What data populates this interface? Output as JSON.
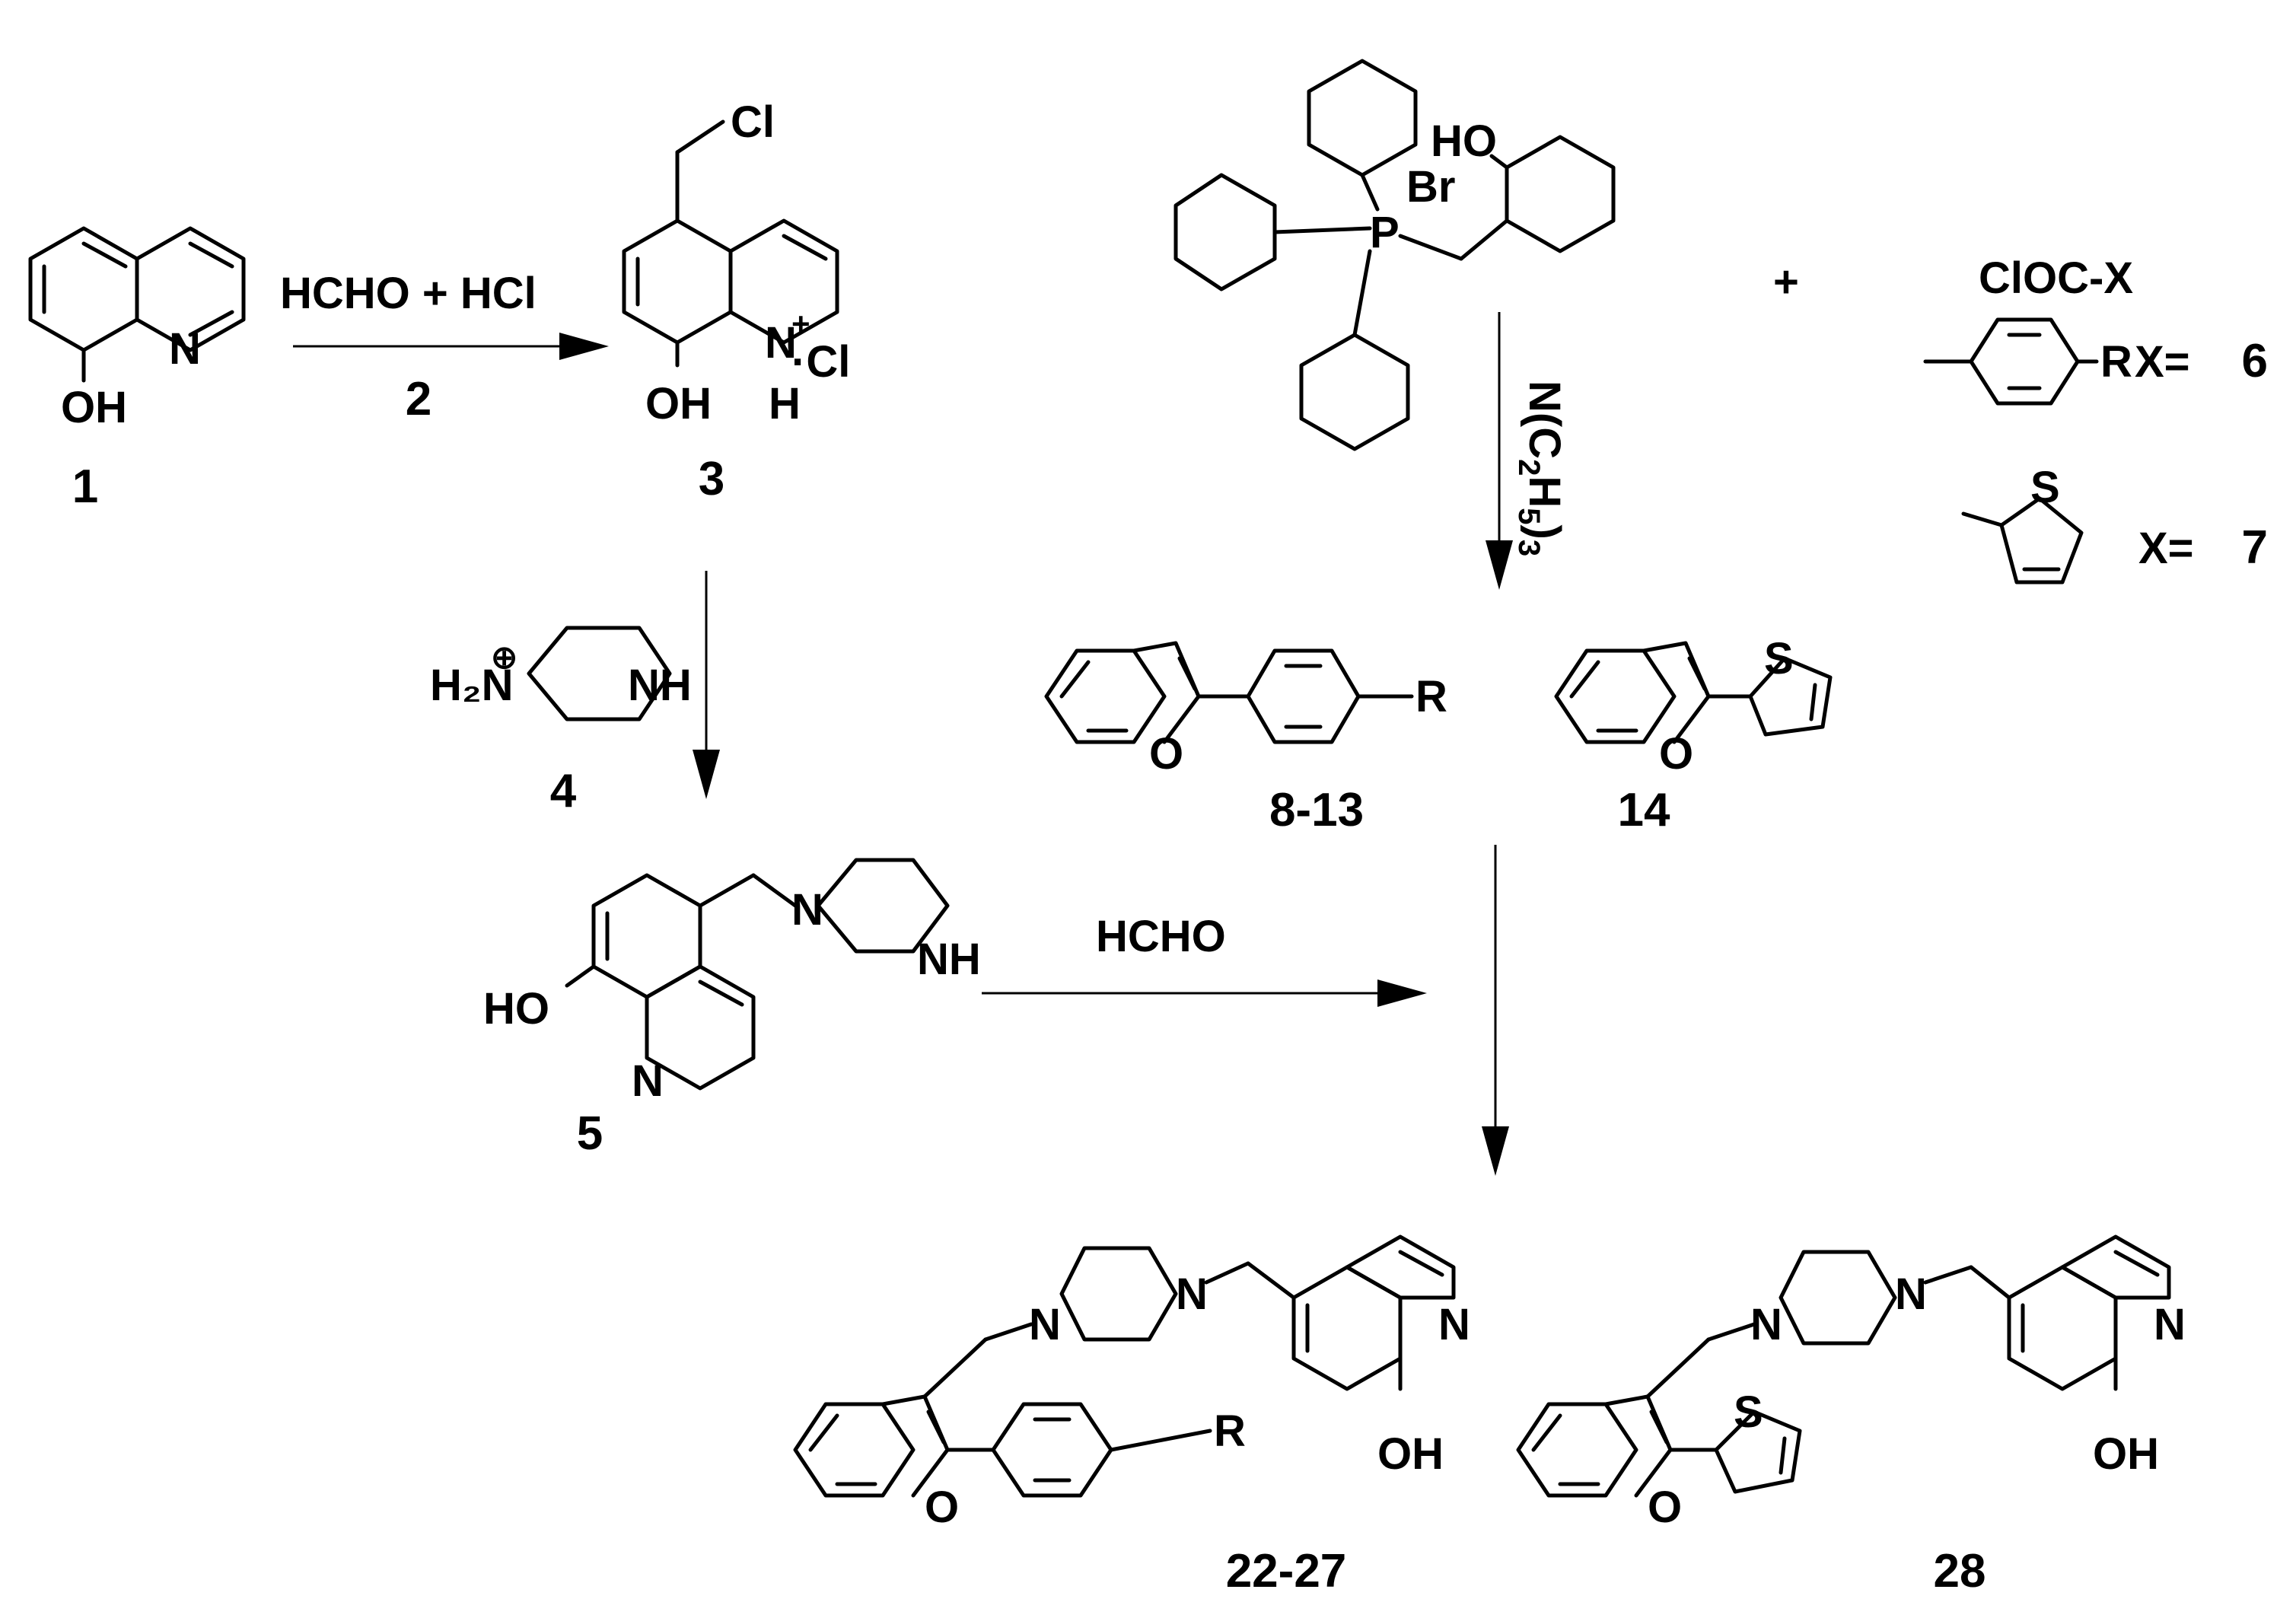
{
  "compounds": {
    "c1": "1",
    "c3": "3",
    "c4": "4",
    "c5": "5",
    "c8_13": "8-13",
    "c14": "14",
    "c22_27": "22-27",
    "c28": "28",
    "x6": "6",
    "x7": "7"
  },
  "reagents": {
    "step1_top": "HCHO + HCl",
    "step1_bottom": "2",
    "step_hcho": "HCHO",
    "base_n": "N(C",
    "base_sub2": "2",
    "base_h": "H",
    "base_sub5": "5",
    "base_close": ")",
    "base_sub3": "3",
    "plus": "+",
    "acyl": "ClOC-X",
    "x_eq": "X="
  },
  "atoms": {
    "oh": "OH",
    "ho": "HO",
    "n": "N",
    "nh": "NH",
    "h": "H",
    "cl": "Cl",
    "cl_minus": "·Cl",
    "p": "P",
    "br": "Br",
    "o": "O",
    "s": "S",
    "r": "R",
    "h2n": "H₂N",
    "plus_sign": "+",
    "circled_plus": "⊕"
  }
}
